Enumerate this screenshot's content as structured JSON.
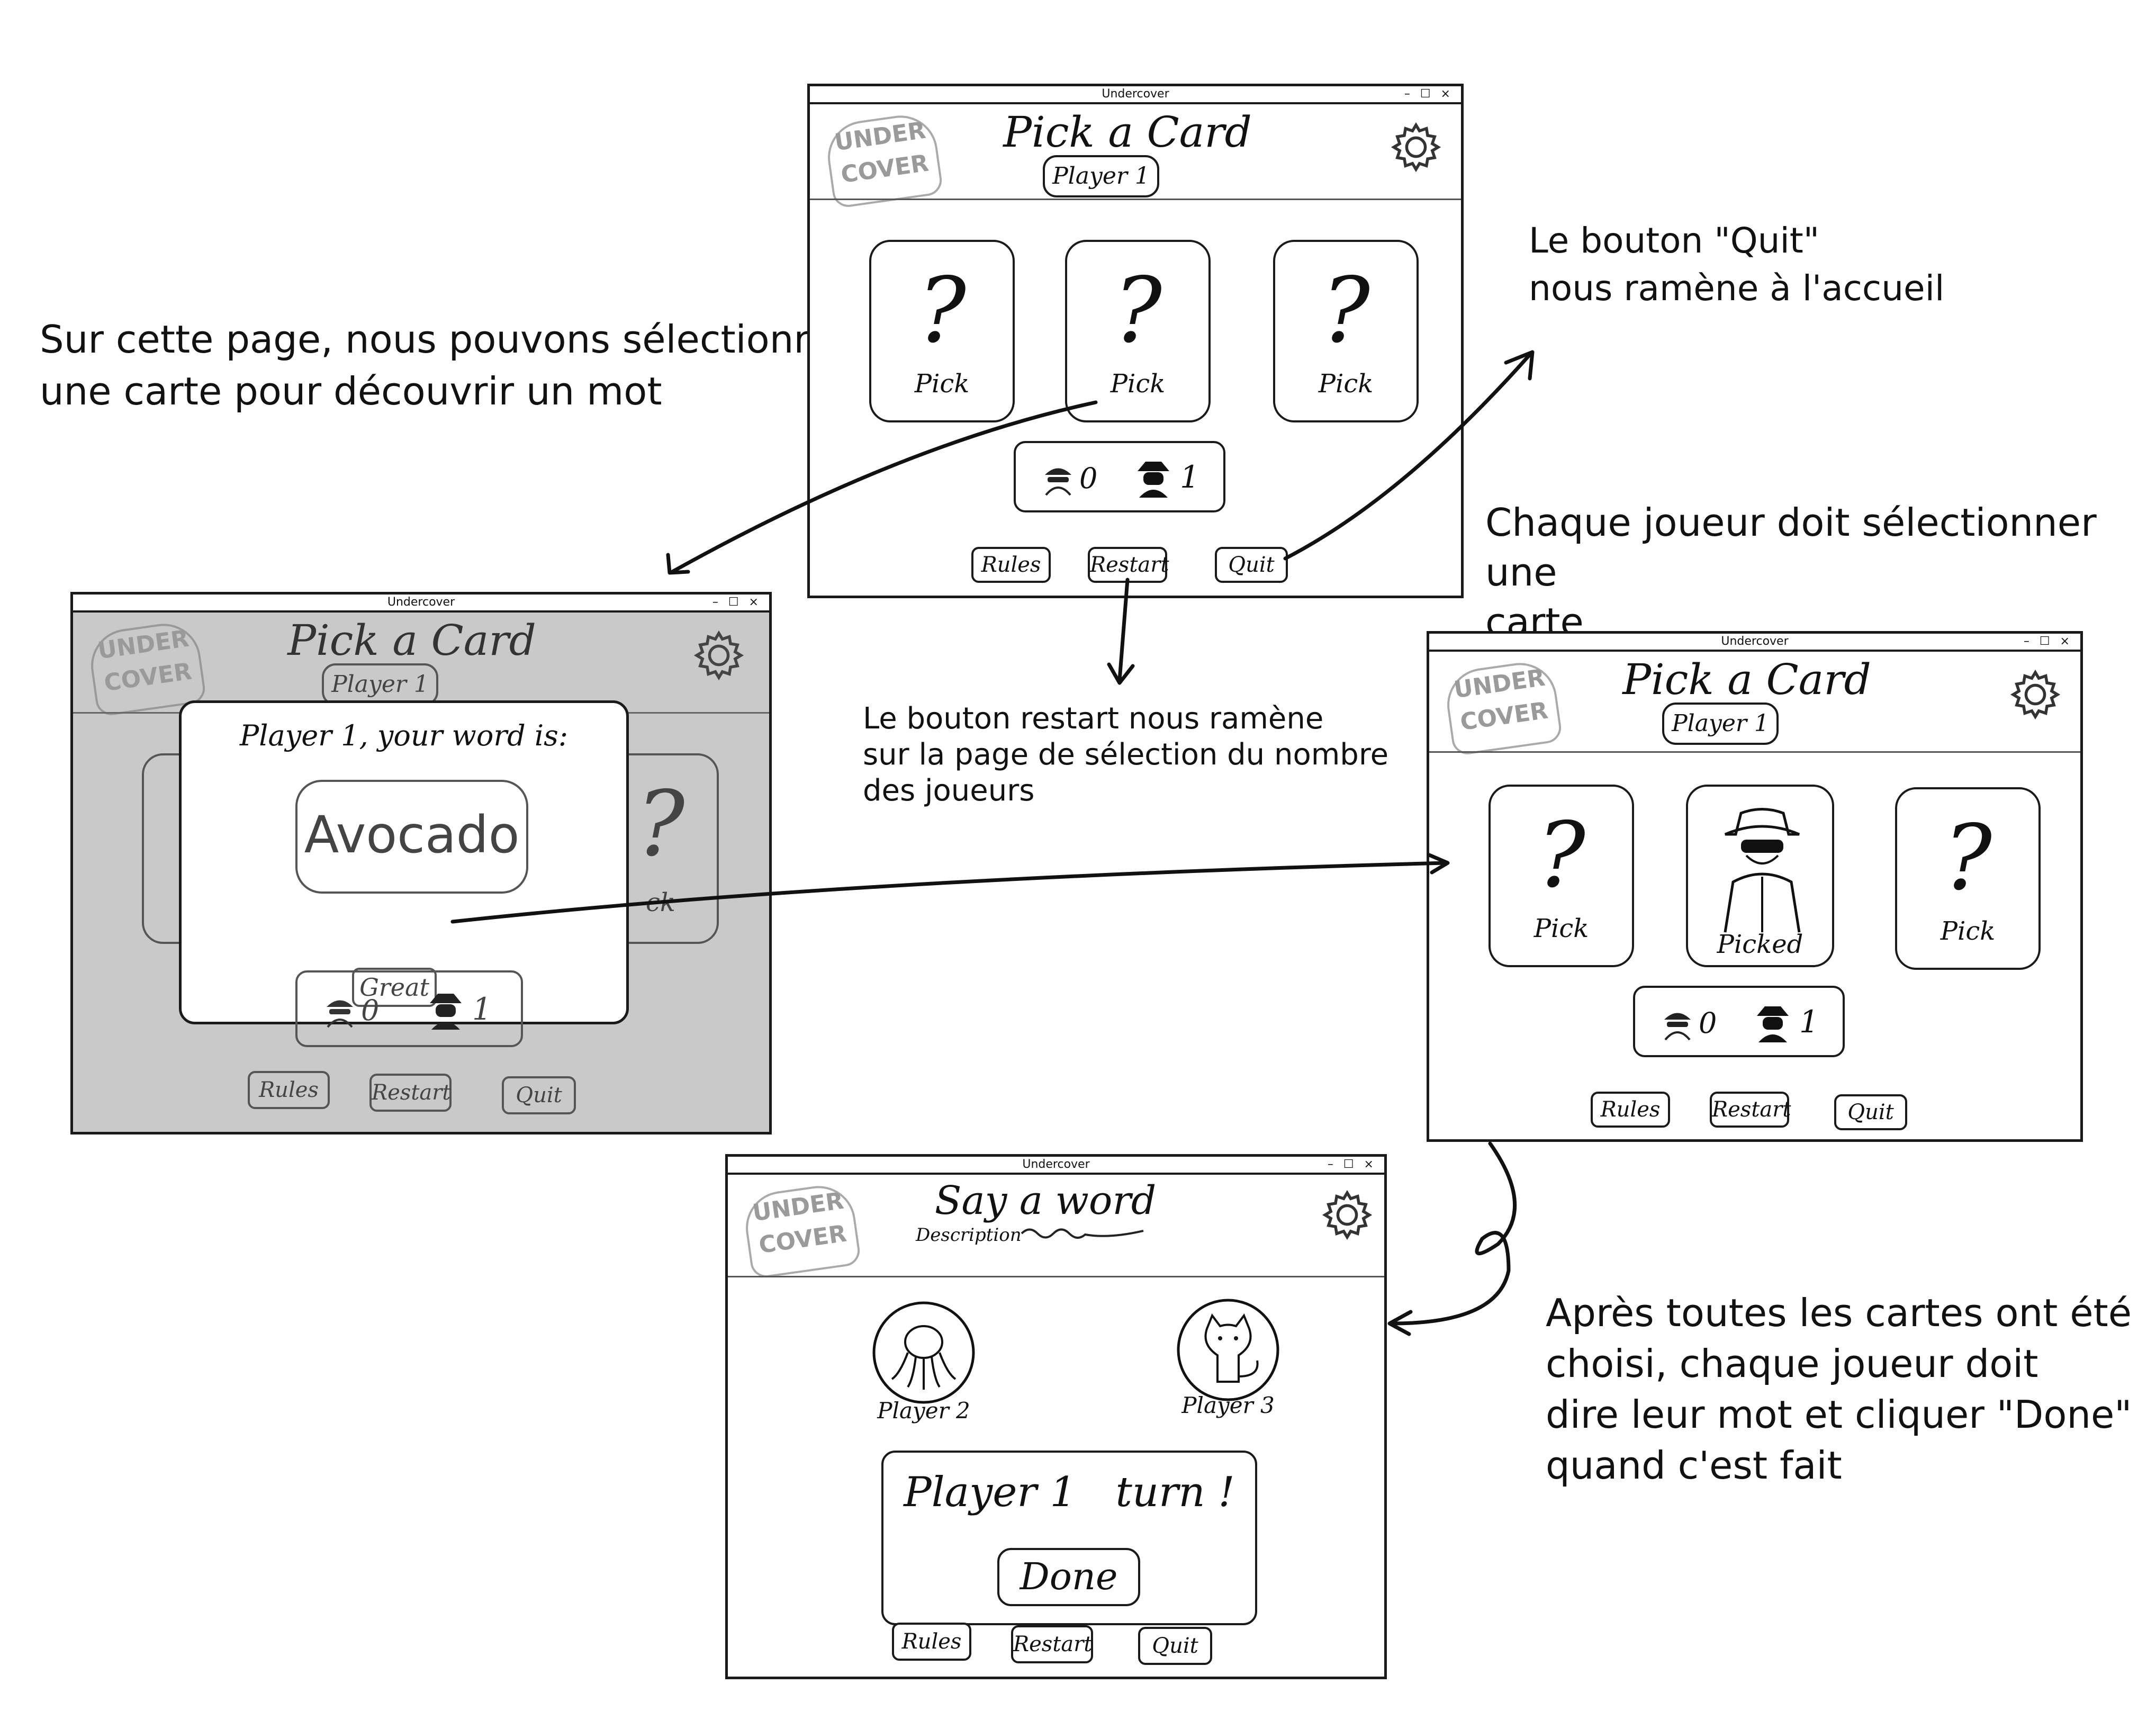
{
  "notes": {
    "pick_page": "Sur cette page, nous pouvons sélectionner\nune carte pour découvrir un mot",
    "quit_button": "Le bouton \"Quit\"\nnous ramène à l'accueil",
    "each_player": "Chaque joueur doit sélectionner une\ncarte",
    "restart_button": "Le bouton restart nous ramène\nsur la page de sélection du nombre\ndes joueurs",
    "after_cards": "Après toutes les cartes ont été\nchoisi, chaque joueur doit\ndire leur mot et cliquer \"Done\"\nquand c'est fait"
  },
  "app": {
    "window_title": "Undercover",
    "window_controls": "– ☐ ×",
    "logo_top": "UNDER",
    "logo_bottom": "COVER"
  },
  "screen_pick": {
    "title": "Pick a Card",
    "player": "Player 1",
    "cards": [
      {
        "mark": "?",
        "label": "Pick"
      },
      {
        "mark": "?",
        "label": "Pick"
      },
      {
        "mark": "?",
        "label": "Pick"
      }
    ],
    "civilians": "0",
    "undercovers": "1",
    "buttons": {
      "rules": "Rules",
      "restart": "Restart",
      "quit": "Quit"
    }
  },
  "screen_modal": {
    "title": "Pick a Card",
    "player_partial": "Player 1",
    "modal_prompt": "Player 1, your word is:",
    "word": "Avocado",
    "confirm": "Great",
    "card_mark": "?",
    "card_label_partial": "ck",
    "civilians": "0",
    "undercovers": "1",
    "buttons": {
      "rules": "Rules",
      "restart": "Restart",
      "quit": "Quit"
    }
  },
  "screen_picked": {
    "title": "Pick a Card",
    "player": "Player 1",
    "cards": [
      {
        "mark": "?",
        "label": "Pick"
      },
      {
        "mark": "",
        "label": "Picked"
      },
      {
        "mark": "?",
        "label": "Pick"
      }
    ],
    "civilians": "0",
    "undercovers": "1",
    "buttons": {
      "rules": "Rules",
      "restart": "Restart",
      "quit": "Quit"
    }
  },
  "screen_say": {
    "title": "Say a word",
    "description_label": "Description",
    "players": [
      "Player 2",
      "Player 3"
    ],
    "turn_text": "Player 1   turn !",
    "done": "Done",
    "buttons": {
      "rules": "Rules",
      "restart": "Restart",
      "quit": "Quit"
    }
  }
}
